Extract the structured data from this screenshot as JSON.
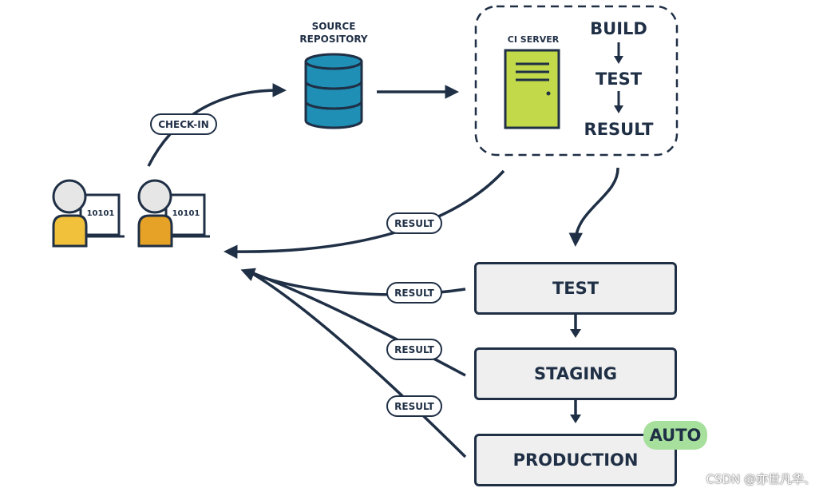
{
  "nodes": {
    "source_repository": "SOURCE\nREPOSITORY",
    "ci_server": "CI SERVER",
    "ci_steps": [
      "BUILD",
      "TEST",
      "RESULT"
    ],
    "developer_code": "10101"
  },
  "edges": {
    "check_in": "CHECK-IN",
    "result": "RESULT"
  },
  "pipeline": {
    "stages": [
      "TEST",
      "STAGING",
      "PRODUCTION"
    ],
    "auto_badge": "AUTO"
  },
  "watermark": "CSDN @亦世凡华、",
  "colors": {
    "navy": "#1f2f45",
    "database": "#1f8fb5",
    "server": "#c2d94a",
    "avatar_body": "#f1c13b",
    "avatar_body_dark": "#e6a127",
    "auto": "#a7df9d",
    "stage_fill": "#efefef"
  }
}
